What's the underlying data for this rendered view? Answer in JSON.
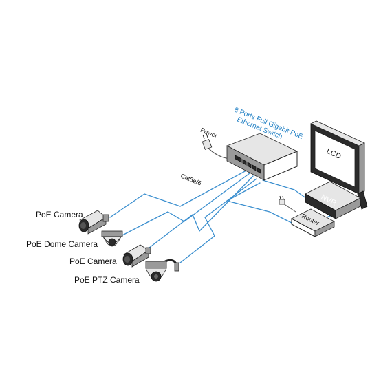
{
  "switch": {
    "title_line1": "8 Ports Full Gigabit PoE",
    "title_line2": "Ethernet Switch"
  },
  "labels": {
    "power": "Power",
    "cable": "Cat5e/6",
    "lcd": "LCD",
    "nvr": "NVR",
    "router": "Router"
  },
  "devices": [
    {
      "label": "PoE Camera"
    },
    {
      "label": "PoE Dome Camera"
    },
    {
      "label": "PoE Camera"
    },
    {
      "label": "PoE PTZ Camera"
    }
  ],
  "colors": {
    "cable": "#3b8fcf",
    "title": "#1f7fc4",
    "device_outline": "#222222"
  }
}
